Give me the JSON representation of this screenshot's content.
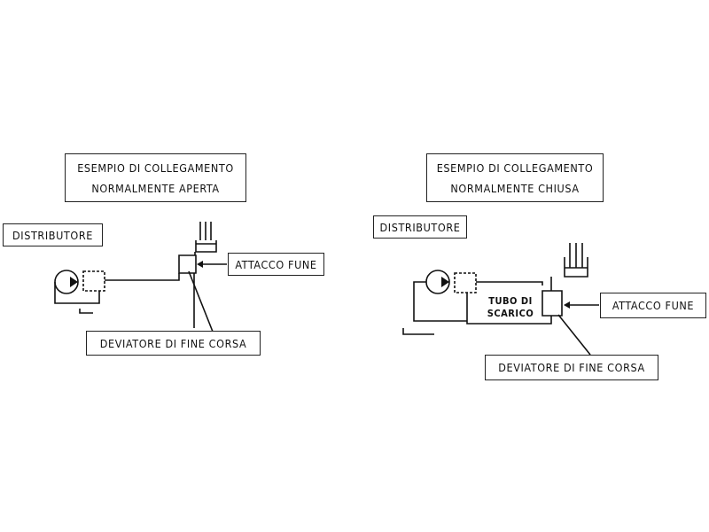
{
  "left": {
    "title_line1": "ESEMPIO DI COLLEGAMENTO",
    "title_line2": "NORMALMENTE APERTA",
    "distributore": "DISTRIBUTORE",
    "attacco": "ATTACCO FUNE",
    "deviatore": "DEVIATORE DI FINE CORSA"
  },
  "right": {
    "title_line1": "ESEMPIO DI COLLEGAMENTO",
    "title_line2": "NORMALMENTE CHIUSA",
    "distributore": "DISTRIBUTORE",
    "attacco": "ATTACCO FUNE",
    "deviatore": "DEVIATORE DI FINE CORSA",
    "tubo_line1": "TUBO DI",
    "tubo_line2": "SCARICO"
  }
}
